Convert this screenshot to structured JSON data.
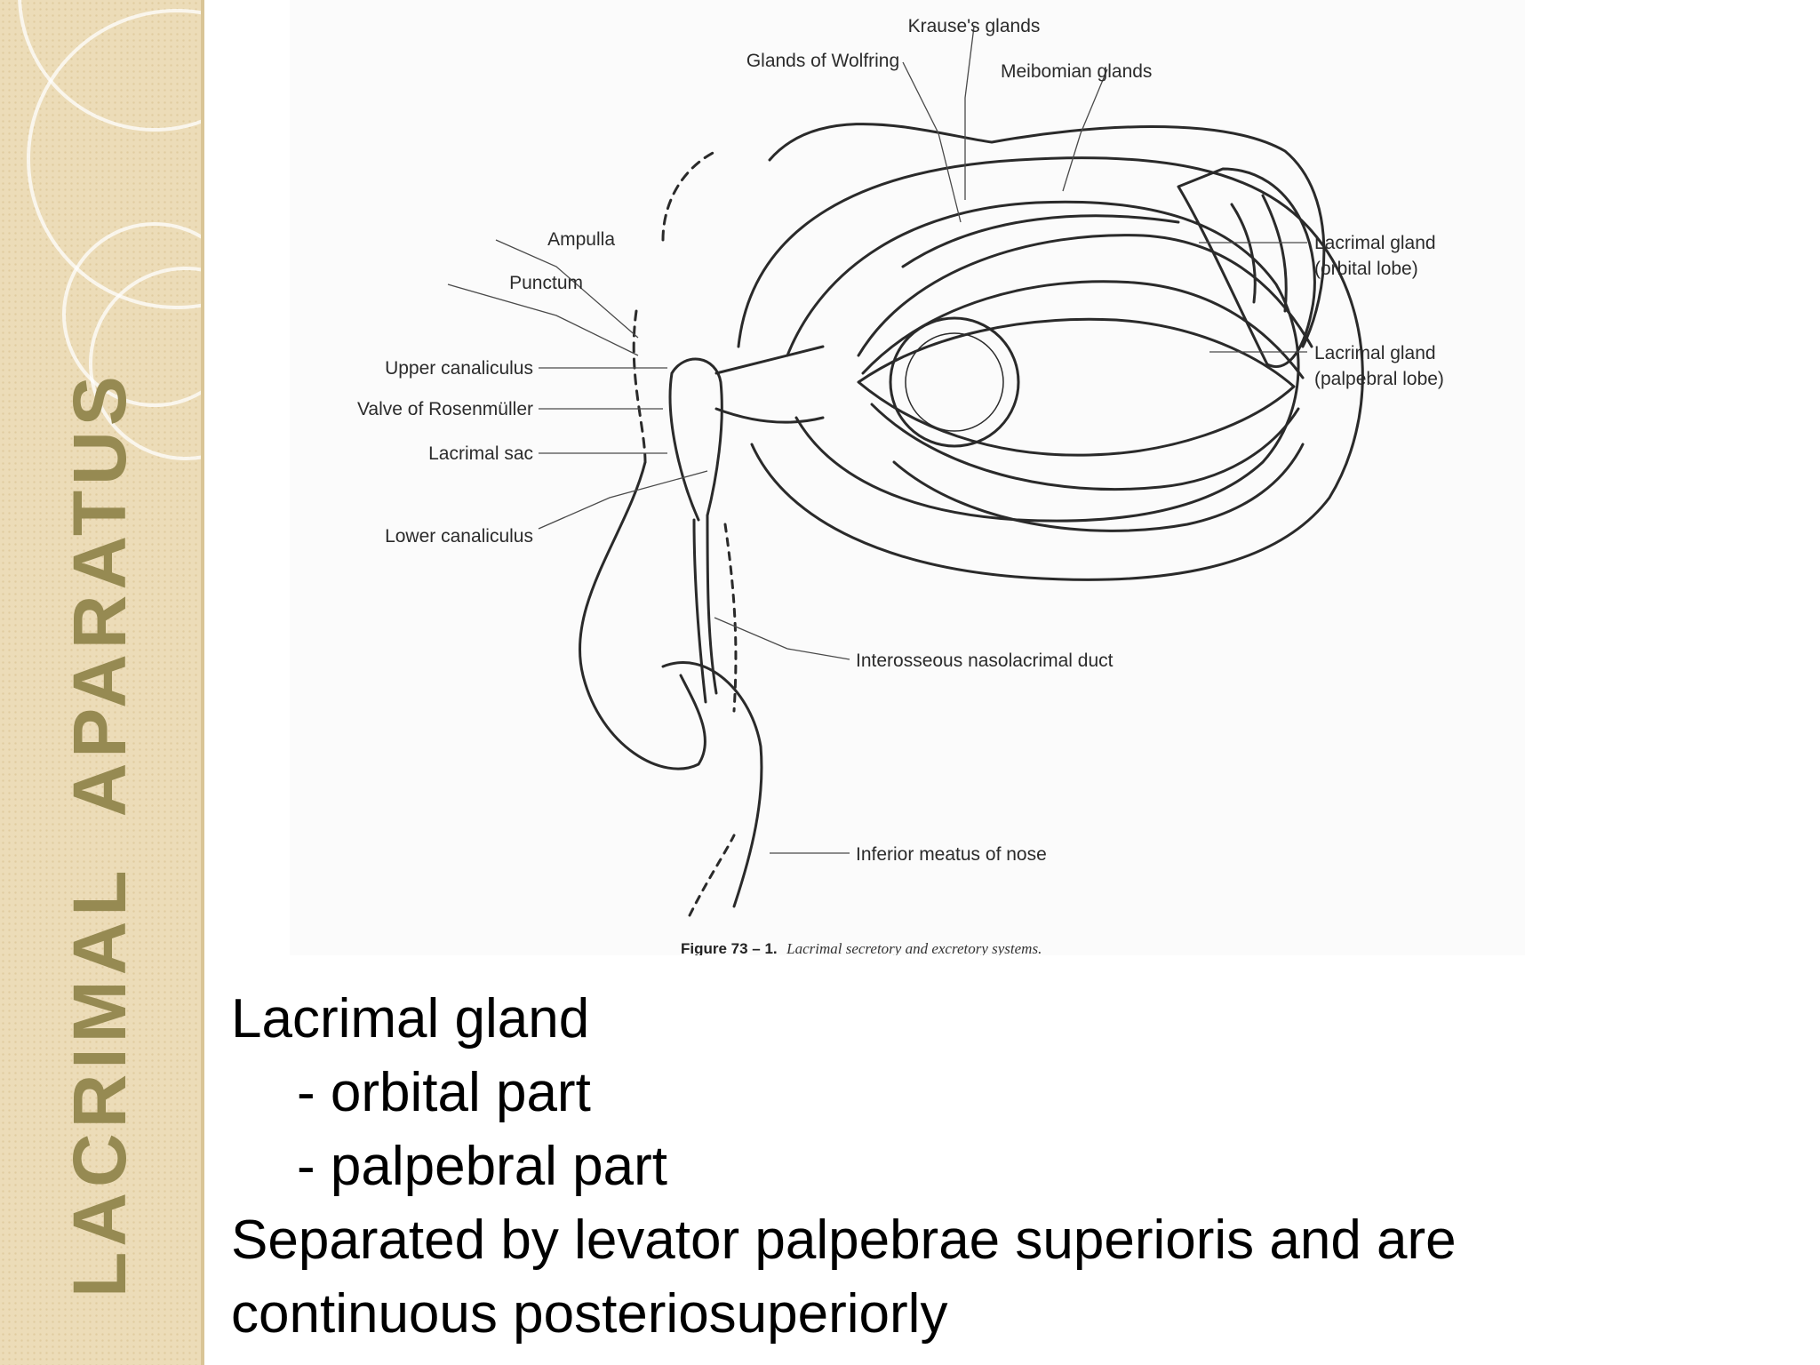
{
  "slide": {
    "title": "LACRIMAL  APARATUS",
    "colors": {
      "sidebar": "#ecdcb8",
      "title": "#968a52",
      "background": "#ffffff"
    }
  },
  "figure": {
    "labels": {
      "krause": "Krause's glands",
      "wolfring": "Glands of Wolfring",
      "meibomian": "Meibomian glands",
      "ampulla": "Ampulla",
      "punctum": "Punctum",
      "upper_canaliculus": "Upper canaliculus",
      "valve": "Valve of Rosenmüller",
      "lacrimal_sac": "Lacrimal sac",
      "lower_canaliculus": "Lower canaliculus",
      "orbital_lobe_1": "Lacrimal gland",
      "orbital_lobe_2": "(orbital lobe)",
      "palpebral_lobe_1": "Lacrimal gland",
      "palpebral_lobe_2": "(palpebral lobe)",
      "nasolacrimal_duct": "Interosseous nasolacrimal duct",
      "inferior_meatus": "Inferior meatus of nose"
    },
    "caption": {
      "number": "Figure 73 – 1.",
      "text": "Lacrimal secretory and excretory systems."
    }
  },
  "body": {
    "lines": [
      "Lacrimal gland",
      "- orbital part",
      "- palpebral part",
      "Separated by levator palpebrae superioris and are",
      "continuous posteriosuperiorly"
    ]
  }
}
